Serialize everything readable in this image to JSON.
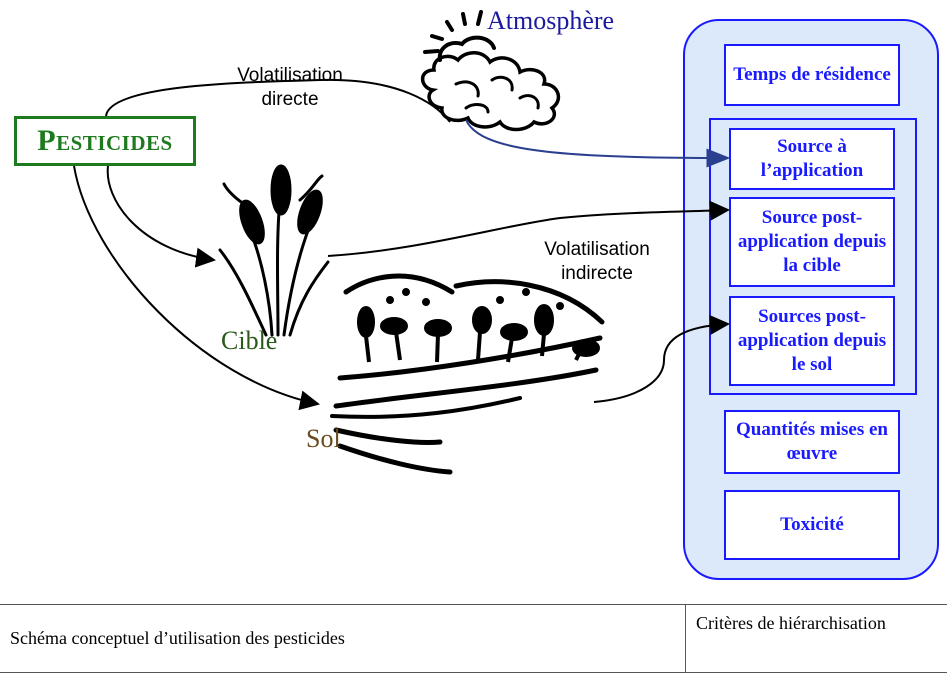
{
  "diagram": {
    "source_box": "Pesticides",
    "labels": {
      "atmosphere": "Atmosphère",
      "volat_directe": "Volatilisation directe",
      "volat_indirecte": "Volatilisation indirecte",
      "cible": "Cible",
      "sol": "Sol"
    },
    "criteria": [
      "Temps de résidence",
      "Source à l’application",
      "Source post-application depuis la cible",
      "Sources post-application depuis le sol",
      "Quantités mises en œuvre",
      "Toxicité"
    ]
  },
  "caption": {
    "left": "Schéma conceptuel d’utilisation des pesticides",
    "right": "Critères de hiérarchisation"
  },
  "colors": {
    "accent_green": "#1e7a1e",
    "accent_blue": "#1a1aff",
    "panel_bg": "#dce9fb"
  }
}
